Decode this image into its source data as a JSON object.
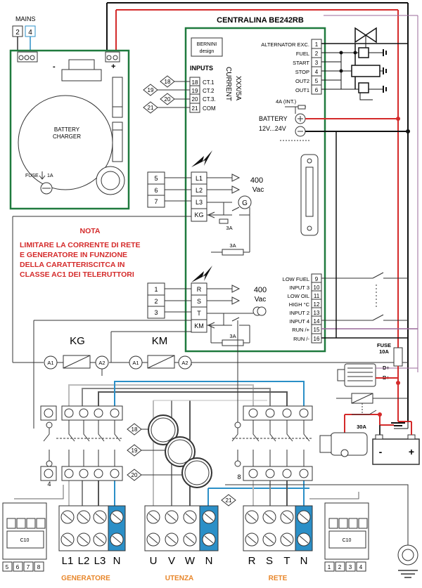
{
  "title": "CENTRALINA BE242RB",
  "brand": [
    "BERNINI",
    "design"
  ],
  "mains": {
    "label": "MAINS",
    "terminals": [
      "2",
      "4"
    ]
  },
  "charger": {
    "label1": "BATTERY",
    "label2": "CHARGER",
    "fuse": "FUSE",
    "fuse_rating": "1A",
    "minus": "-",
    "plus": "+"
  },
  "inputs_title": "INPUTS",
  "current_label": [
    "XXX/5A",
    "CURRENT"
  ],
  "ct_terminals": [
    {
      "num": "18",
      "label": "CT.1",
      "marker": "18"
    },
    {
      "num": "19",
      "label": "CT.2",
      "marker": "19"
    },
    {
      "num": "20",
      "label": "CT.3.",
      "marker": "20"
    },
    {
      "num": "21",
      "label": "COM",
      "marker": "21"
    }
  ],
  "right_terminals_top": [
    {
      "label": "ALTERNATOR EXC.",
      "num": "1"
    },
    {
      "label": "FUEL",
      "num": "2"
    },
    {
      "label": "START",
      "num": "3"
    },
    {
      "label": "STOP",
      "num": "4"
    },
    {
      "label": "OUT2",
      "num": "5"
    },
    {
      "label": "OUT1",
      "num": "6"
    }
  ],
  "battery": {
    "fuse": "4A (INT.)",
    "label": "BATTERY",
    "voltage": "12V...24V"
  },
  "gen_block": {
    "inputs": [
      "5",
      "6",
      "7"
    ],
    "terminals": [
      "L1",
      "L2",
      "L3",
      "KG"
    ],
    "voltage": "400",
    "unit": "Vac",
    "symbol": "G",
    "fuse1": "3A",
    "fuse2": "3A"
  },
  "mains_block": {
    "inputs": [
      "1",
      "2",
      "3"
    ],
    "terminals": [
      "R",
      "S",
      "T",
      "KM"
    ],
    "voltage": "400",
    "unit": "Vac",
    "fuse": "3A"
  },
  "right_terminals_bottom": [
    {
      "label": "LOW FUEL",
      "num": "9"
    },
    {
      "label": "INPUT 3",
      "num": "10"
    },
    {
      "label": "LOW OIL",
      "num": "11"
    },
    {
      "label": "HIGH °C",
      "num": "12"
    },
    {
      "label": "INPUT 2",
      "num": "13"
    },
    {
      "label": "INPUT 4",
      "num": "14"
    },
    {
      "label": "RUN /+",
      "num": "15"
    },
    {
      "label": "RUN /-",
      "num": "16"
    }
  ],
  "nota": {
    "title": "NOTA",
    "lines": [
      "LIMITARE LA CORRENTE DI RETE",
      "E GENERATORE IN FUNZIONE",
      "DELLA CARATTERISCITCA IN",
      "CLASSE AC1 DEI TELERUTTORI"
    ]
  },
  "contactors": {
    "kg": "KG",
    "km": "KM",
    "a1": "A1",
    "a2": "A2"
  },
  "fuse_main": {
    "label": "FUSE",
    "rating": "10A"
  },
  "alternator": {
    "dplus": "D+",
    "bplus": "B+"
  },
  "relay_fuse": "30A",
  "battery_main": {
    "minus": "-",
    "plus": "+"
  },
  "aux_numbers": {
    "left": "4",
    "right": "8"
  },
  "ct_markers": [
    "18",
    "19",
    "20",
    "21"
  ],
  "breaker": {
    "label": "C10",
    "left_nums": [
      "5",
      "6",
      "7",
      "8"
    ],
    "right_nums": [
      "1",
      "2",
      "3",
      "4"
    ]
  },
  "generatore": {
    "labels": [
      "L1",
      "L2",
      "L3",
      "N"
    ],
    "title": "GENERATORE"
  },
  "utenza": {
    "labels": [
      "U",
      "V",
      "W",
      "N"
    ],
    "title": "UTENZA"
  },
  "rete": {
    "labels": [
      "R",
      "S",
      "T",
      "N"
    ],
    "title": "RETE"
  },
  "colors": {
    "wire_red": "#d42a2a",
    "wire_blue": "#2b8fc7",
    "panel_green": "#1f7a3e",
    "wire_gray": "#999999",
    "wire_violet": "#9a6a9a",
    "label_orange": "#e8862a"
  }
}
